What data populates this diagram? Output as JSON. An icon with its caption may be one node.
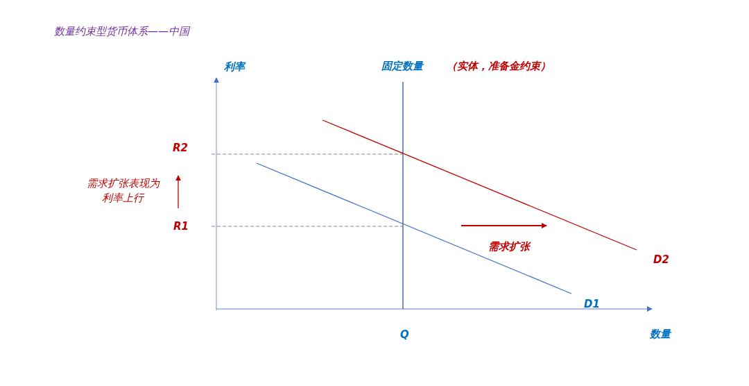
{
  "diagram": {
    "title": "数量约束型货币体系——中国",
    "labels": [
      "利率",
      "固定数量",
      "（实体，准备金约束）",
      "R2",
      "需求扩张表现为利率上行",
      "R1",
      "需求扩张",
      "D2",
      "D1",
      "Q",
      "数量"
    ]
  }
}
